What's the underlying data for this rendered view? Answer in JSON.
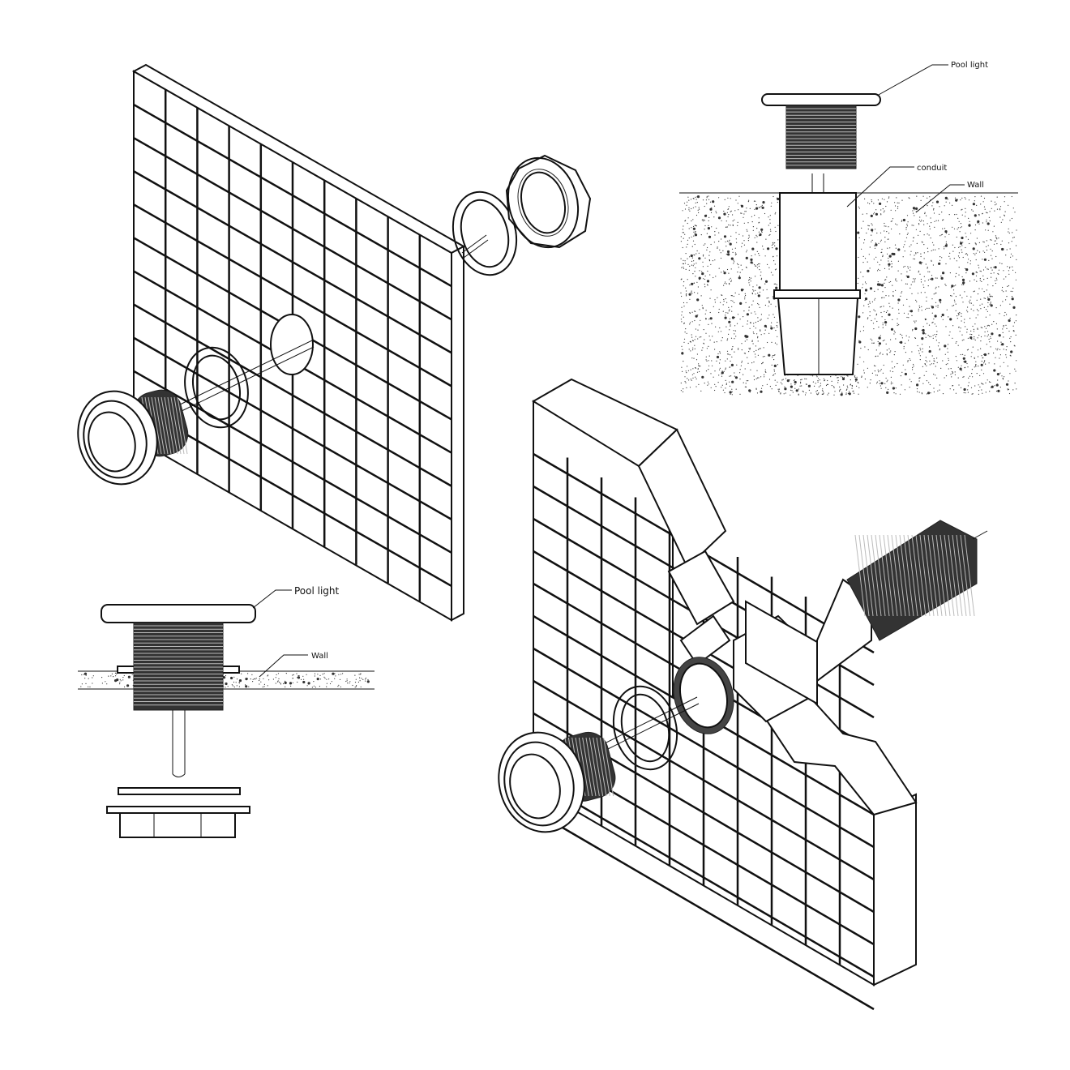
{
  "labels": {
    "top_pool_light": "Pool light",
    "top_conduit": "conduit",
    "top_wall": "Wall",
    "left_pool_light": "Pool light",
    "left_wall": "Wall"
  },
  "colors": {
    "line": "#111111",
    "background": "#ffffff",
    "thread_fill": "#333333"
  }
}
